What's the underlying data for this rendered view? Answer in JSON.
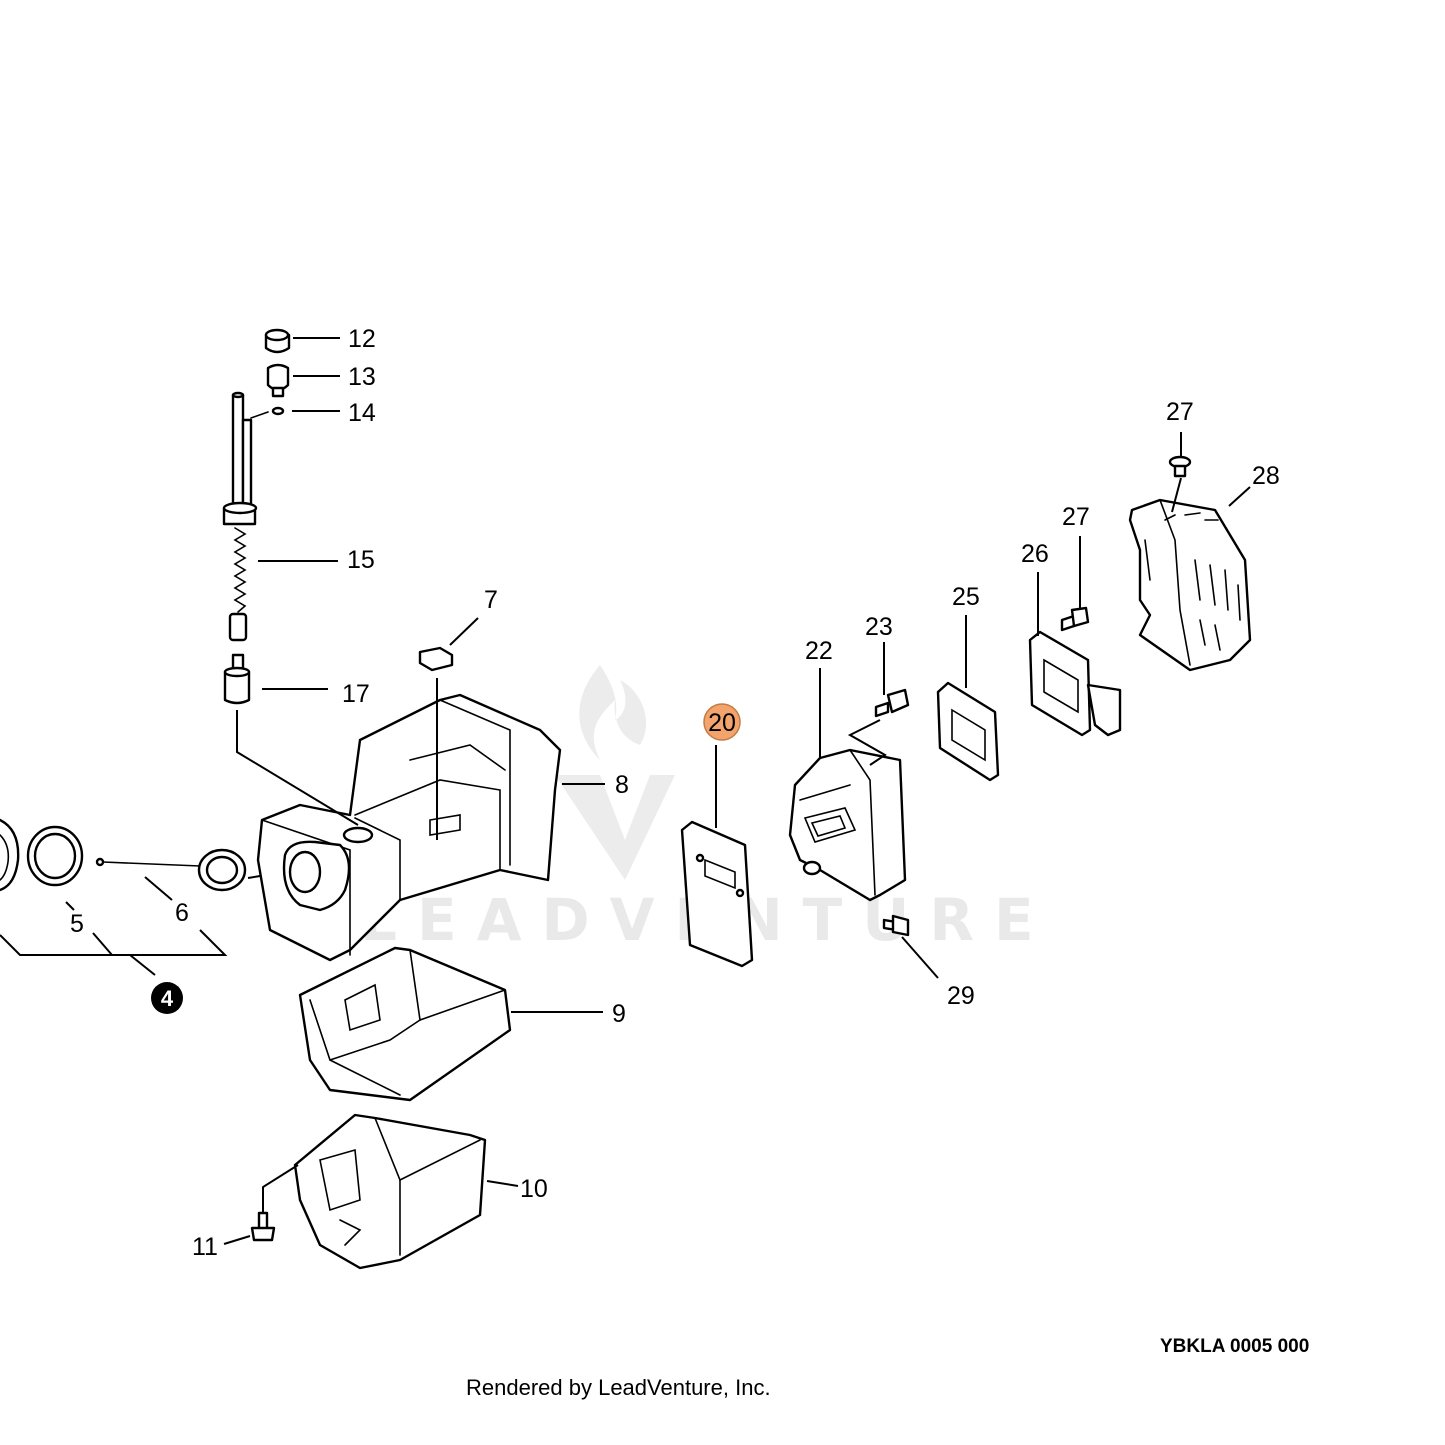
{
  "watermark": {
    "brand": "LEADVENTURE"
  },
  "highlight_color": "#f2a46c",
  "callouts": {
    "c4": "4",
    "c5": "5",
    "c6": "6",
    "c7": "7",
    "c8": "8",
    "c9": "9",
    "c10": "10",
    "c11": "11",
    "c12": "12",
    "c13": "13",
    "c14": "14",
    "c15": "15",
    "c17": "17",
    "c20": "20",
    "c22": "22",
    "c23": "23",
    "c25": "25",
    "c26": "26",
    "c27a": "27",
    "c27b": "27",
    "c28": "28",
    "c29": "29"
  },
  "footer": {
    "diagram_code": "YBKLA 0005 000",
    "rendered_by": "Rendered by LeadVenture, Inc."
  }
}
